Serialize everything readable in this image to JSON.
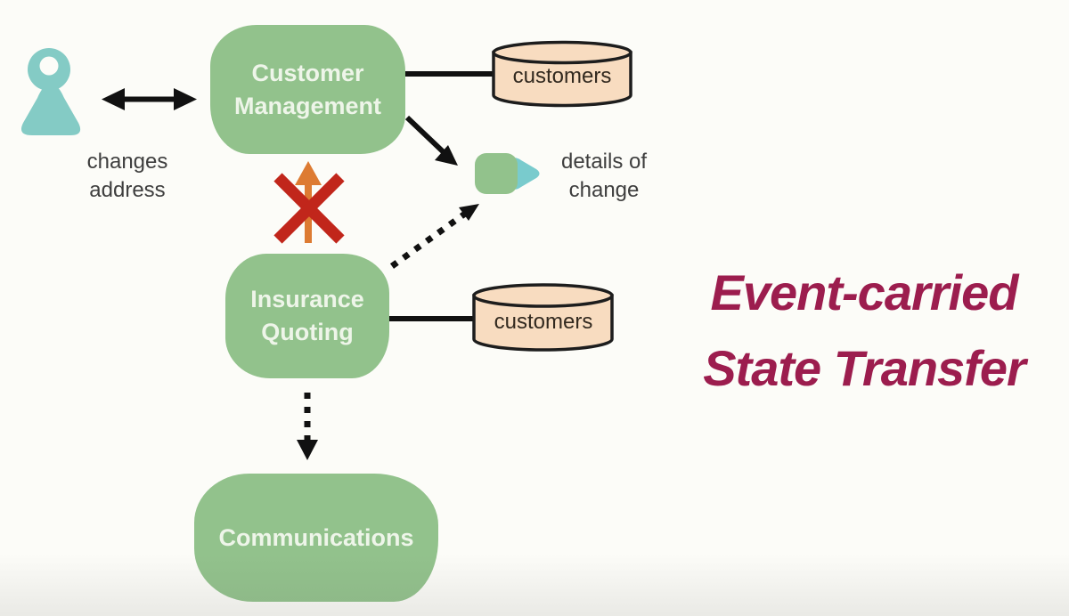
{
  "title": {
    "line1": "Event-carried",
    "line2": "State Transfer"
  },
  "nodes": {
    "customer_management": {
      "line1": "Customer",
      "line2": "Management"
    },
    "insurance_quoting": {
      "line1": "Insurance",
      "line2": "Quoting"
    },
    "communications": {
      "label": "Communications"
    }
  },
  "datastores": {
    "customers_top": {
      "label": "customers"
    },
    "customers_bottom": {
      "label": "customers"
    }
  },
  "annotations": {
    "changes_address": {
      "line1": "changes",
      "line2": "address"
    },
    "details_of_change": {
      "line1": "details of",
      "line2": "change"
    }
  },
  "colors": {
    "node_green": "#92c28c",
    "node_text": "#eef5e9",
    "datastore_peach": "#f8dcc0",
    "outline_black": "#1d1d1d",
    "person_teal": "#84cbc5",
    "event_teal": "#79cbcd",
    "blocked_arrow_orange": "#dd7b32",
    "blocked_x_red": "#c1261b",
    "title_maroon": "#9c1d4e",
    "label_gray": "#3e3e3e",
    "background": "#fcfcf8"
  }
}
